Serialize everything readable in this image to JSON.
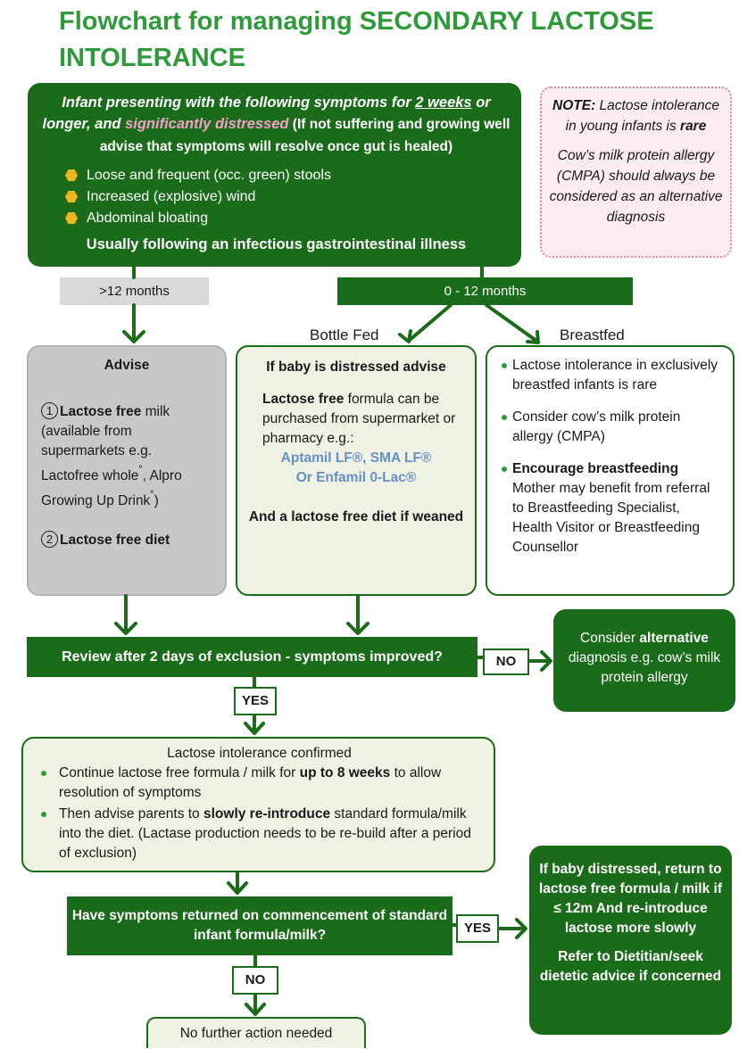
{
  "title": "Flowchart for managing SECONDARY LACTOSE INTOLERANCE",
  "presenting": {
    "intro_a": "Infant presenting with the following symptoms for ",
    "intro_weeks": "2 weeks",
    "intro_b": " or longer, and ",
    "intro_pink": "significantly distressed",
    "intro_c": " (If not suffering and growing well advise that symptoms will resolve once gut is healed)",
    "symptoms": [
      "Loose and frequent (occ. green) stools",
      "Increased (explosive) wind",
      "Abdominal bloating"
    ],
    "usually": "Usually following an infectious gastrointestinal illness"
  },
  "note": {
    "label": "NOTE:",
    "text_a": " Lactose intolerance in young infants is ",
    "rare": "rare",
    "cmpa": "Cow’s milk protein allergy (CMPA) should always be considered as an alternative diagnosis"
  },
  "age_groups": {
    "older": ">12 months",
    "younger": "0 - 12 months"
  },
  "feed_labels": {
    "bottle": "Bottle Fed",
    "breast": "Breastfed"
  },
  "advise": {
    "heading": "Advise",
    "item1_num": "1",
    "item1_bold": "Lactose free",
    "item1_rest": " milk (available from supermarkets e.g. Lactofree whole",
    "item1_rest2": ", Alpro Growing Up Drink",
    "item1_end": ")",
    "item2_num": "2",
    "item2_bold": "Lactose free diet"
  },
  "bottle": {
    "heading": "If baby is distressed advise",
    "lf_bold": "Lactose free",
    "lf_rest": " formula can be purchased from supermarket or pharmacy e.g.:",
    "brands1": "Aptamil LF®, SMA LF®",
    "brands2": "Or Enfamil 0-Lac®",
    "weaned": "And a lactose free diet if weaned"
  },
  "breast": {
    "item1": "Lactose intolerance in exclusively breastfed infants is rare",
    "item2": "Consider cow’s milk protein allergy (CMPA)",
    "item3_bold": "Encourage breastfeeding",
    "item3_rest": "Mother may benefit from referral to Breastfeeding Specialist, Health Visitor or Breastfeeding Counsellor"
  },
  "review": "Review after 2 days of exclusion - symptoms improved?",
  "no1": "NO",
  "consider": {
    "a": "Consider ",
    "bold": "alternative",
    "b": " diagnosis e.g. cow’s milk protein allergy"
  },
  "yes1": "YES",
  "confirmed": {
    "heading": "Lactose intolerance confirmed",
    "item1_a": "Continue lactose free formula / milk for ",
    "item1_bold": "up to 8 weeks",
    "item1_b": " to allow resolution of symptoms",
    "item2_a": "Then advise parents to ",
    "item2_bold": "slowly re-introduce",
    "item2_b": " standard formula/milk into the diet. (Lactase production needs to be re-build after a period of exclusion)"
  },
  "returned": "Have symptoms returned on commencement of standard infant formula/milk?",
  "yes2": "YES",
  "distressed": {
    "p1": "If baby distressed, return to lactose free formula / milk if ≤ 12m And re-introduce lactose more slowly",
    "p2": "Refer to Dietitian/seek dietetic advice if concerned"
  },
  "no2": "NO",
  "no_further": "No further action needed",
  "colors": {
    "dark_green": "#1a6b1a",
    "title_green": "#2e9a3a",
    "pale_green": "#eef2e3",
    "grey": "#c8c8c8",
    "note_pink": "#fbecef",
    "bullet_yellow": "#f2b820",
    "brand_blue": "#6a8fc8"
  }
}
